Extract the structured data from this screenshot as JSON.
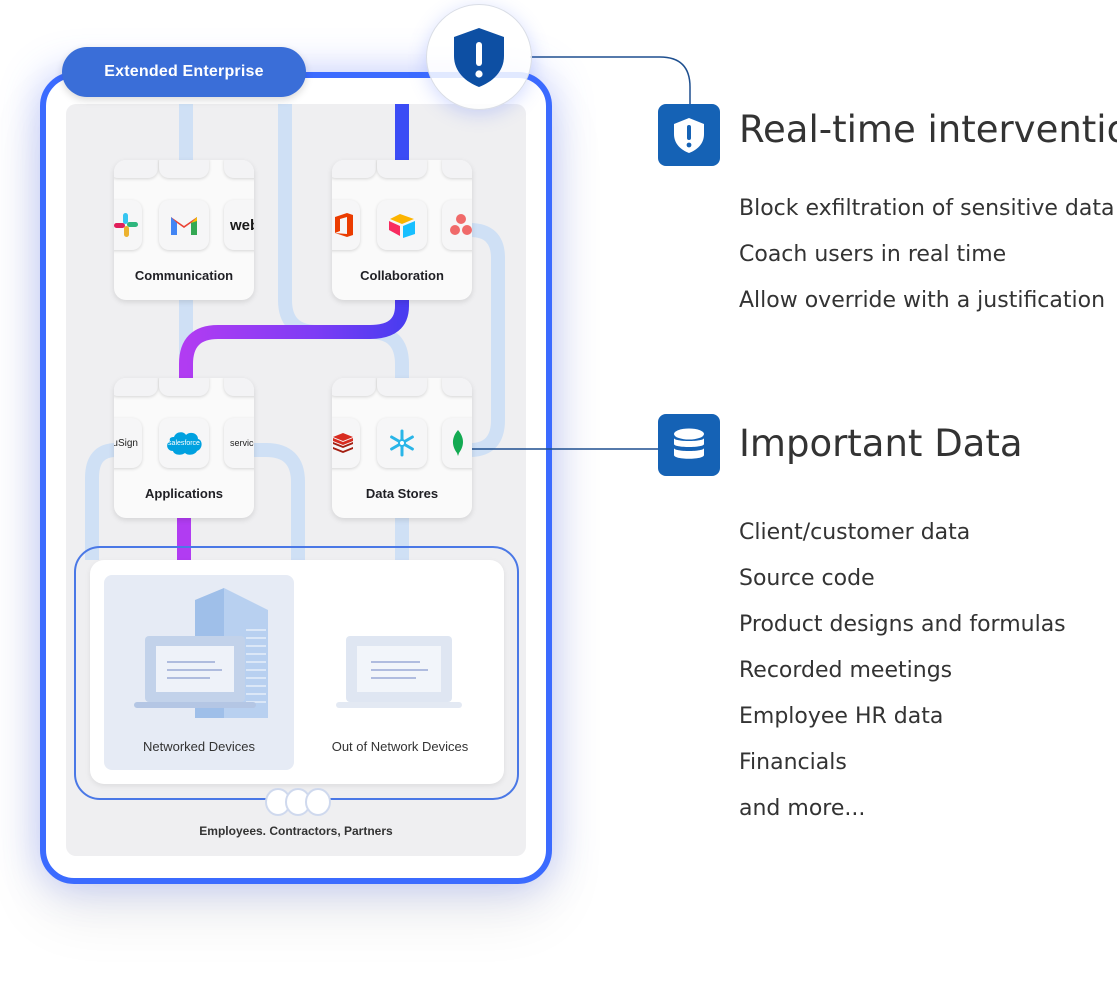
{
  "enterprise": {
    "title": "Extended Enterprise",
    "footer": "Employees. Contractors, Partners"
  },
  "cards": [
    {
      "label": "Communication",
      "apps": [
        "slack-icon",
        "gmail-icon",
        "webex-icon"
      ],
      "partial_text": "web"
    },
    {
      "label": "Collaboration",
      "apps": [
        "office-icon",
        "airtable-icon",
        "asana-icon"
      ]
    },
    {
      "label": "Applications",
      "apps": [
        "docusign-icon",
        "salesforce-icon",
        "servicenow-icon"
      ],
      "partial_text_left": "cuSign",
      "partial_text_mid": "salesforce",
      "partial_text_right": "service"
    },
    {
      "label": "Data Stores",
      "apps": [
        "redis-icon",
        "snowflake-icon",
        "mongodb-icon"
      ]
    }
  ],
  "devices": {
    "networked": "Networked Devices",
    "out_of_network": "Out of Network Devices"
  },
  "sections": [
    {
      "title": "Real-time intervention",
      "icon": "shield-icon",
      "items": [
        "Block exfiltration of sensitive data",
        "Coach users in real time",
        "Allow override with a justification"
      ]
    },
    {
      "title": "Important Data",
      "icon": "database-icon",
      "items": [
        "Client/customer data",
        "Source code",
        "Product designs and formulas",
        "Recorded meetings",
        "Employee HR data",
        "Financials",
        "and more..."
      ]
    }
  ],
  "colors": {
    "accent_blue": "#3b6bff",
    "pill_blue": "#3a6ed8",
    "icon_box_blue": "#1562b5",
    "path_light": "#cfe0f5",
    "path_purple": "#b13cf2"
  }
}
